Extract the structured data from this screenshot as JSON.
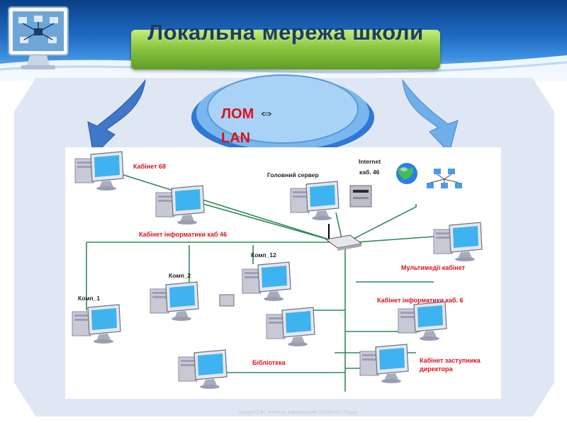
{
  "title": "Локальна мережа школи",
  "acronyms": {
    "local": "ЛОМ",
    "english": "LAN"
  },
  "labels": {
    "cab68": "Кабінет 68",
    "server": "Головний сервер",
    "internet": "Internet",
    "cab46_server": "каб. 46",
    "cab_inf46": "Кабінет інформатики  каб 46",
    "komp12": "Комп_12",
    "komp2": "Комп_2",
    "komp1": "Комп_1",
    "multimedia": "Мультимедії кабінет",
    "cab_inf6": "Кабінет інформатики  каб. 6",
    "library": "Бібліотека",
    "deputy_line1": "Кабінет заступника",
    "deputy_line2": "директора"
  },
  "footer": "Чешук О.Ф., вчитель інформатики ЗОШ№20, Луцьк",
  "colors": {
    "link": "#2e8b57",
    "label": "#e0101a",
    "title": "#1f3a66"
  }
}
